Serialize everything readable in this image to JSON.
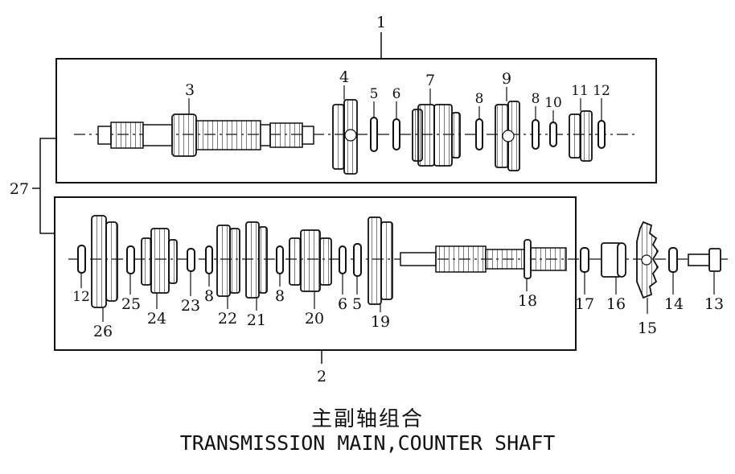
{
  "title": {
    "chinese": "主副轴组合",
    "english": "TRANSMISSION MAIN,COUNTER SHAFT"
  },
  "assembly_labels": {
    "main_shaft_assembly": "1",
    "counter_shaft_assembly": "2",
    "gearbox_assembly": "27"
  },
  "part_labels": {
    "p3": "3",
    "p4": "4",
    "p5a": "5",
    "p6a": "6",
    "p7": "7",
    "p8a": "8",
    "p9": "9",
    "p8b": "8",
    "p10": "10",
    "p11": "11",
    "p12a": "12",
    "p12b": "12",
    "p26": "26",
    "p25": "25",
    "p24": "24",
    "p23": "23",
    "p8c": "8",
    "p22": "22",
    "p21": "21",
    "p8d": "8",
    "p20": "20",
    "p6b": "6",
    "p5b": "5",
    "p19": "19",
    "p18": "18",
    "p17": "17",
    "p16": "16",
    "p15": "15",
    "p14": "14",
    "p13": "13"
  }
}
